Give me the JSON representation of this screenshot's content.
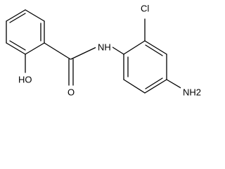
{
  "molecule": {
    "atom_labels": {
      "chloro": "Cl",
      "amide_nh": "NH",
      "hydroxyl": "HO",
      "carbonyl_o": "O",
      "amino": "NH2"
    },
    "colors": {
      "bond": "#000000",
      "label": "#000000",
      "background": "#ffffff"
    }
  }
}
